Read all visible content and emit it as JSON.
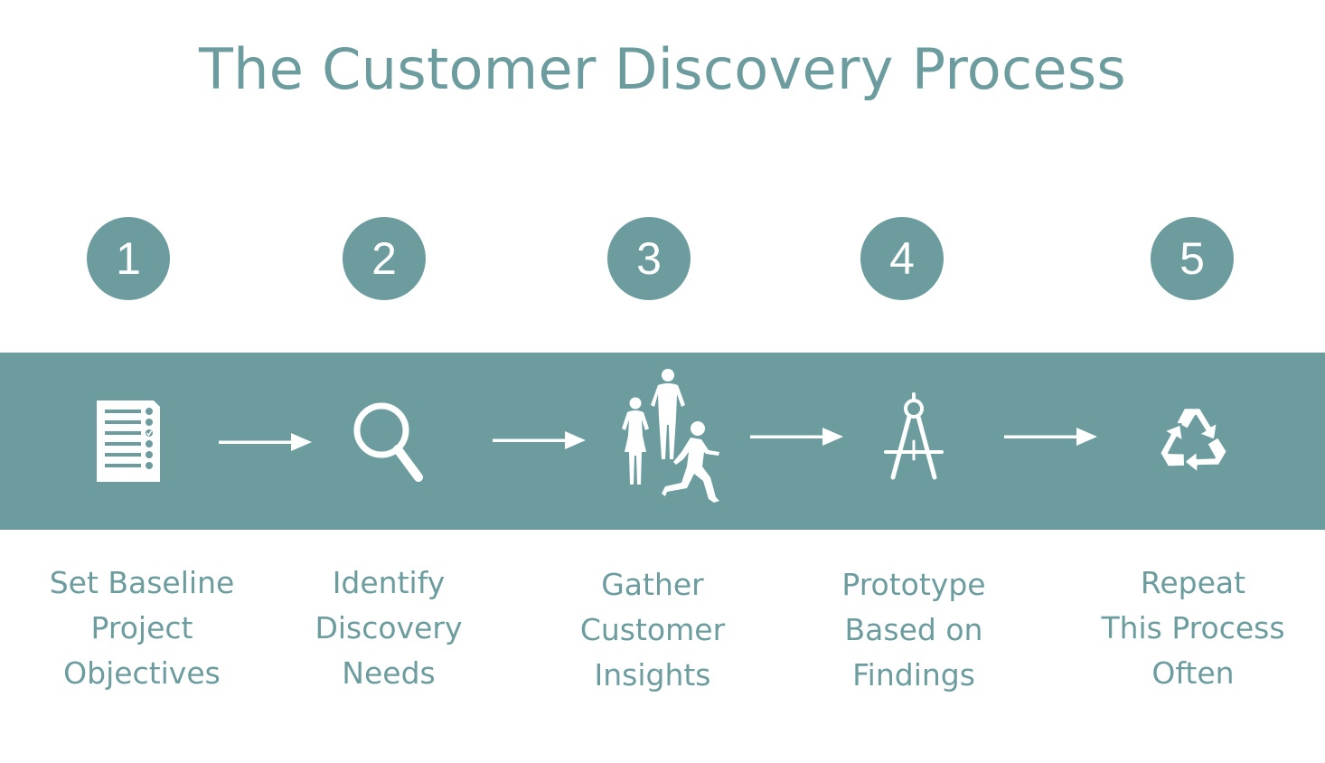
{
  "title": "The Customer Discovery Process",
  "colors": {
    "teal": "#6d9c9e",
    "white": "#ffffff"
  },
  "steps": [
    {
      "number": "1",
      "icon": "checklist-icon",
      "label_lines": [
        "Set Baseline",
        "Project",
        "Objectives"
      ]
    },
    {
      "number": "2",
      "icon": "magnifying-glass-icon",
      "label_lines": [
        "Identify",
        "Discovery",
        "Needs"
      ]
    },
    {
      "number": "3",
      "icon": "people-icon",
      "label_lines": [
        "Gather",
        "Customer",
        "Insights"
      ]
    },
    {
      "number": "4",
      "icon": "drafting-compass-icon",
      "label_lines": [
        "Prototype",
        "Based on",
        "Findings"
      ]
    },
    {
      "number": "5",
      "icon": "recycle-icon",
      "label_lines": [
        "Repeat",
        "This Process",
        "Often"
      ]
    }
  ]
}
